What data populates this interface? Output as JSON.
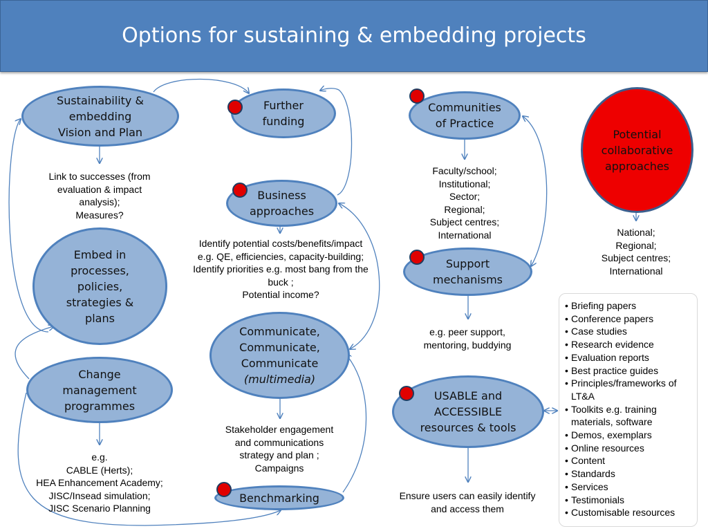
{
  "title": "Options for sustaining & embedding projects",
  "colors": {
    "header": "#4f81bd",
    "node_fill": "#95b3d7",
    "node_border": "#4f81bd",
    "marker": "#e00000"
  },
  "nodes": {
    "sustainability": "Sustainability &\nembedding\nVision and Plan",
    "embed": "Embed in\nprocesses,\npolicies,\nstrategies &\nplans",
    "change": "Change\nmanagement\nprogrammes",
    "funding": "Further\nfunding",
    "business": "Business\napproaches",
    "communicate": "Communicate,\nCommunicate,\nCommunicate",
    "communicate_emph": "(multimedia)",
    "benchmarking": "Benchmarking",
    "communities": "Communities\nof Practice",
    "support": "Support\nmechanisms",
    "usable": "USABLE and\nACCESSIBLE\nresources & tools",
    "collaborative": "Potential\ncollaborative\napproaches"
  },
  "notes": {
    "link_successes": "Link to successes (from\nevaluation & impact\nanalysis);\nMeasures?",
    "change_examples": "e.g.\nCABLE (Herts);\nHEA Enhancement Academy;\nJISC/Insead simulation;\nJISC Scenario Planning",
    "costs": "Identify potential costs/benefits/impact\n    e.g. QE, efficiencies, capacity-building;\nIdentify priorities e.g. most bang from the\nbuck ;\nPotential income?",
    "stakeholder": "Stakeholder engagement\nand communications\nstrategy and plan ;\nCampaigns",
    "levels": "Faculty/school;\nInstitutional;\nSector;\nRegional;\nSubject centres;\nInternational",
    "peer_support": "e.g. peer support,\nmentoring, buddying",
    "ensure": "Ensure users can easily identify\nand access them",
    "collab_levels": "National;\nRegional;\nSubject centres;\nInternational"
  },
  "resources": [
    "Briefing papers",
    "Conference papers",
    "Case studies",
    "Research evidence",
    "Evaluation reports",
    "Best practice guides",
    "Principles/frameworks of LT&A",
    "Toolkits e.g. training materials, software",
    "Demos, exemplars",
    "Online resources",
    "Content",
    "Standards",
    "Services",
    "Testimonials",
    "Customisable resources"
  ]
}
